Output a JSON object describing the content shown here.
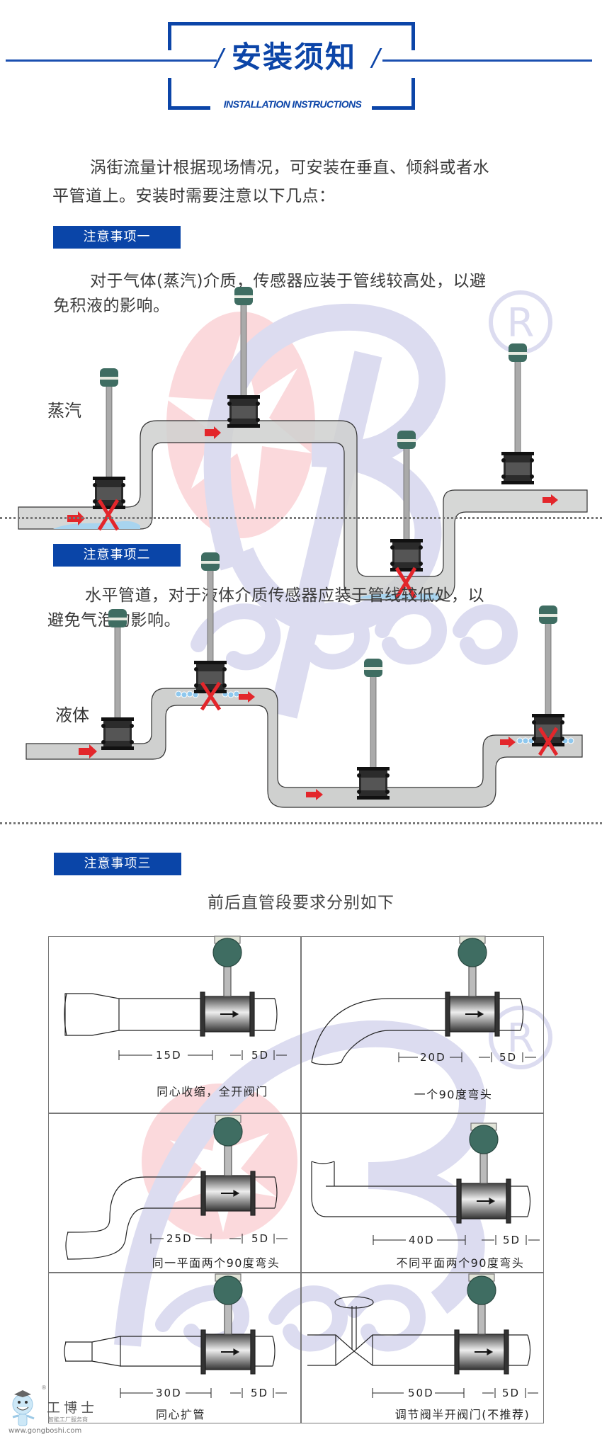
{
  "header": {
    "title": "安装须知",
    "subtitle": "INSTALLATION INSTRUCTIONS",
    "accent_color": "#0c45a8"
  },
  "intro": {
    "line1": "涡街流量计根据现场情况，可安装在垂直、倾斜或者水",
    "line2": "平管道上。安装时需要注意以下几点："
  },
  "note1": {
    "badge": "注意事项一",
    "line1": "对于气体(蒸汽)介质，传感器应装于管线较高处，以避",
    "line2": "免积液的影响。",
    "medium_label": "蒸汽",
    "diagram_markers": [
      "invalid-x",
      "valid",
      "invalid-x",
      "valid"
    ]
  },
  "note2": {
    "badge": "注意事项二",
    "line1": "水平管道，对于液体介质传感器应装于管线较低处，以",
    "line2": "避免气泡的影响。",
    "medium_label": "液体",
    "diagram_markers": [
      "valid",
      "invalid-x",
      "valid",
      "invalid-x"
    ]
  },
  "note3": {
    "badge": "注意事项三",
    "subtitle": "前后直管段要求分别如下",
    "cells": [
      {
        "upstream": "15D",
        "downstream": "5D",
        "caption": "同心收缩，全开阀门"
      },
      {
        "upstream": "20D",
        "downstream": "5D",
        "caption": "一个90度弯头"
      },
      {
        "upstream": "25D",
        "downstream": "5D",
        "caption": "同一平面两个90度弯头"
      },
      {
        "upstream": "40D",
        "downstream": "5D",
        "caption": "不同平面两个90度弯头"
      },
      {
        "upstream": "30D",
        "downstream": "5D",
        "caption": "同心扩管"
      },
      {
        "upstream": "50D",
        "downstream": "5D",
        "caption": "调节阀半开阀门(不推荐)"
      }
    ]
  },
  "watermark": {
    "registered_mark": "®"
  },
  "footer_logo": {
    "name": "工博士",
    "tagline": "智能工厂服务商",
    "url": "www.gongboshi.com",
    "registered_mark": "®"
  },
  "colors": {
    "badge_blue": "#0a45a8",
    "pipe_gray": "#cfd0cf",
    "arrow_red": "#e3262b",
    "meter_green": "#3f6d62",
    "watermark_blue": "#dcdcf0",
    "watermark_red": "#fbd9dc"
  }
}
